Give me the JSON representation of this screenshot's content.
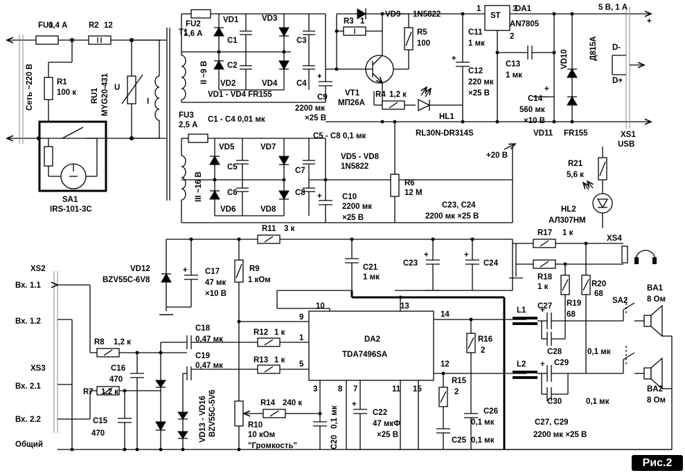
{
  "figure_label": "Рис.2",
  "parts": {
    "fu1": {
      "ref": "FU1",
      "val": "0,4 А"
    },
    "r2": {
      "ref": "R2",
      "val": "12"
    },
    "mains": "Сеть ~220 В",
    "r1": {
      "ref": "R1",
      "val": "100 к"
    },
    "ru1": {
      "ref": "RU1",
      "val": "MYG20-431"
    },
    "u_label": "U",
    "t1": "T1",
    "w1": "I",
    "w2": "II ~9 В",
    "w3": "III ~16 В",
    "sa1": {
      "ref": "SA1",
      "val": "IRS-101-3C"
    },
    "fu2": {
      "ref": "FU2",
      "val": "1,6 А"
    },
    "fu3": {
      "ref": "FU3",
      "val": "2,5 А"
    },
    "vd1": "VD1",
    "vd2": "VD2",
    "vd3": "VD3",
    "vd4": "VD4",
    "vd5": "VD5",
    "vd6": "VD6",
    "vd7": "VD7",
    "vd8": "VD8",
    "c1": "C1",
    "c2": "C2",
    "c3": "C3",
    "c4": "C4",
    "c5": "C5",
    "c6": "C6",
    "c7": "C7",
    "c8": "C8",
    "vd1_4": "VD1 - VD4  FR155",
    "c1_4": "C1 - C4  0,01 мк",
    "c5_8": "C5 - C8  0,1 мк",
    "vd5_8": "VD5 - VD8",
    "vd5_8_type": "1N5822",
    "c9": {
      "ref": "C9",
      "val": "2200 мк",
      "v": "×25 В"
    },
    "c10": {
      "ref": "C10",
      "val": "2200 мк",
      "v": "×25 В"
    },
    "vd9": {
      "ref": "VD9",
      "val": "1N5822"
    },
    "r3": {
      "ref": "R3",
      "val": "1"
    },
    "r5": {
      "ref": "R5",
      "val": "100"
    },
    "vt1": {
      "ref": "VT1",
      "val": "МП26А"
    },
    "r4": {
      "ref": "R4",
      "val": "1,2 к"
    },
    "hl1": {
      "ref": "HL1",
      "val": "RL30N-DR314S"
    },
    "da1": {
      "ref": "DA1",
      "val": "AN7805",
      "mark": "ST",
      "p1": "1",
      "p2": "2",
      "p3": "3"
    },
    "c11": {
      "ref": "C11",
      "val": "1 мк"
    },
    "c12": {
      "ref": "C12",
      "val": "220 мк",
      "v": "×25 В"
    },
    "c13": {
      "ref": "C13",
      "val": "1 мк"
    },
    "c14": {
      "ref": "C14",
      "val": "560 мк",
      "v": "×10 В"
    },
    "vd10": {
      "ref": "VD10",
      "val": "Д815А"
    },
    "vd11": {
      "ref": "VD11",
      "val": "FR155"
    },
    "out5v": "5 В,  1 А",
    "plus": "+",
    "minus": "−",
    "dminus": "D-",
    "dplus": "D+",
    "xs1": {
      "ref": "XS1",
      "val": "USB"
    },
    "r6": {
      "ref": "R6",
      "val": "12 М"
    },
    "plus20": "+20 В",
    "c23_24": "C23, C24",
    "c23_24_val": "2200 мк ×25 В",
    "r21": {
      "ref": "R21",
      "val": "5,6 к"
    },
    "hl2": {
      "ref": "HL2",
      "val": "АЛ307НМ"
    },
    "r11": {
      "ref": "R11",
      "val": "3 к"
    },
    "vd12": {
      "ref": "VD12",
      "val": "BZV55C-6V8"
    },
    "c17": {
      "ref": "C17",
      "val": "47 мк",
      "v": "×10 В"
    },
    "r9": {
      "ref": "R9",
      "val": "1 кОм"
    },
    "c21": {
      "ref": "C21",
      "val": "1 мк"
    },
    "c23": "C23",
    "c24": "C24",
    "r17": {
      "ref": "R17",
      "val": "1 к"
    },
    "r18": {
      "ref": "R18",
      "val": "1 к"
    },
    "xs4": "XS4",
    "r19": {
      "ref": "R19",
      "val": "68"
    },
    "r20": {
      "ref": "R20",
      "val": "68"
    },
    "sa2": "SA2",
    "ba1": {
      "ref": "BA1",
      "val": "8 Ом"
    },
    "ba2": {
      "ref": "BA2",
      "val": "8 Ом"
    },
    "xs2": "XS2",
    "xs3": "XS3",
    "in11": "Вх. 1.1",
    "in12": "Вх. 1.2",
    "in21": "Вх. 2.1",
    "in22": "Вх. 2.2",
    "common": "Общий",
    "r8": {
      "ref": "R8",
      "val": "1,2 к"
    },
    "r7": {
      "ref": "R7",
      "val": "1,2 к"
    },
    "c16": {
      "ref": "C16",
      "val": "470"
    },
    "c15": {
      "ref": "C15",
      "val": "470"
    },
    "c18": {
      "ref": "C18",
      "val": "0,47 мк"
    },
    "c19": {
      "ref": "C19",
      "val": "0,47 мк"
    },
    "vd13_16": {
      "ref": "VD13 - VD16",
      "val": "BZV55C-5V6"
    },
    "r12": {
      "ref": "R12",
      "val": "1 к"
    },
    "r13": {
      "ref": "R13",
      "val": "1 к"
    },
    "r14": {
      "ref": "R14",
      "val": "240 к"
    },
    "r10": {
      "ref": "R10",
      "val": "10 кОм",
      "name": "\"Громкость\""
    },
    "c20": {
      "ref": "C20",
      "val": "0,1 мк"
    },
    "da2": {
      "ref": "DA2",
      "val": "TDA7496SA",
      "pins": [
        "10",
        "9",
        "1",
        "5",
        "3",
        "8",
        "7",
        "11",
        "15",
        "14",
        "12",
        "13"
      ]
    },
    "c22": {
      "ref": "C22",
      "val": "47 мкФ",
      "v": "×25 В"
    },
    "r16": {
      "ref": "R16",
      "val": "2"
    },
    "r15": {
      "ref": "R15",
      "val": "2"
    },
    "c25": "C25",
    "c26": {
      "ref": "C26",
      "val": "0,1 мк"
    },
    "c25_val": "0,1 мк",
    "l1": "L1",
    "l2": "L2",
    "c27": "C27",
    "c28": "C28",
    "c29": "C29",
    "c30": "C30",
    "c28_val": "0,1 мк",
    "c30_val": "0,1 мк",
    "c27_29": "C27, C29",
    "c27_29_val": "2200 мк ×25 В"
  }
}
